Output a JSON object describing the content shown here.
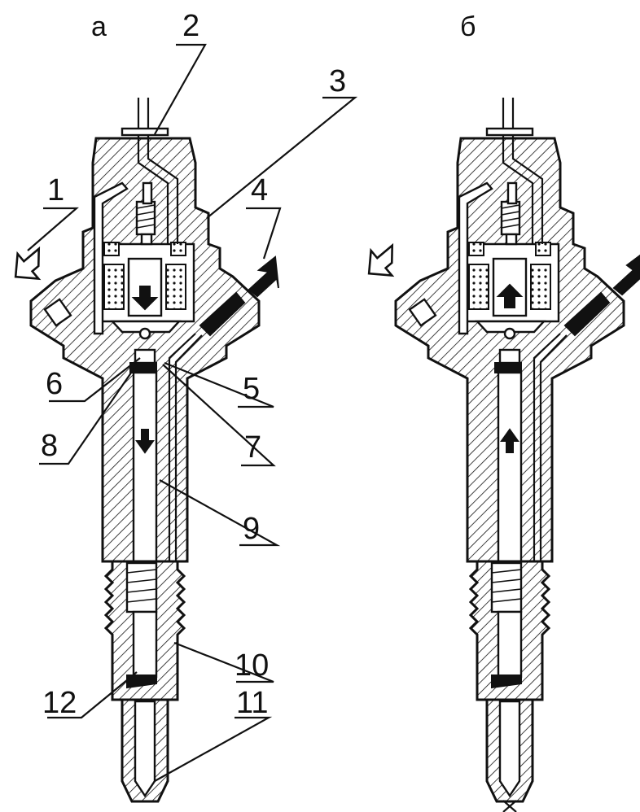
{
  "panels": [
    {
      "id": "a",
      "label": "а"
    },
    {
      "id": "b",
      "label": "б"
    }
  ],
  "callouts": [
    "1",
    "2",
    "3",
    "4",
    "5",
    "6",
    "7",
    "8",
    "9",
    "10",
    "11",
    "12"
  ],
  "colors": {
    "ink": "#111111",
    "background": "#ffffff"
  }
}
